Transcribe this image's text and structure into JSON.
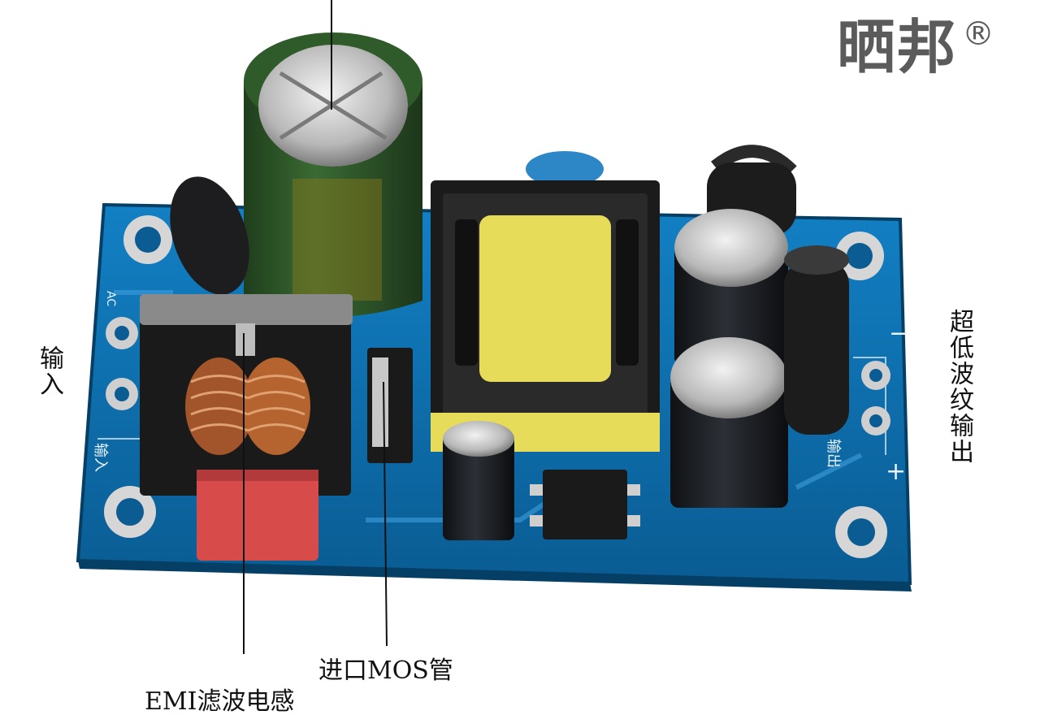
{
  "brand": {
    "name": "晒邦",
    "mark": "®"
  },
  "labels": {
    "input": "输入",
    "output_low_ripple": "超低波纹输出",
    "mos": "进口MOS管",
    "emi": "EMI滤波电感"
  },
  "silkscreen": {
    "ac": "AC",
    "input": "输入",
    "output": "输出",
    "minus": "−",
    "plus": "+"
  },
  "colors": {
    "pcb": "#0b6aa6",
    "pcb_edge": "#08507e",
    "pad": "#d9d9d9",
    "cap_green": "#2f5a2a",
    "cap_black": "#1b1f24",
    "transformer_yellow": "#e6dc5a",
    "copper": "#b0602c",
    "red_cap": "#d84b4b",
    "brand_gray": "#5b5b5b"
  }
}
